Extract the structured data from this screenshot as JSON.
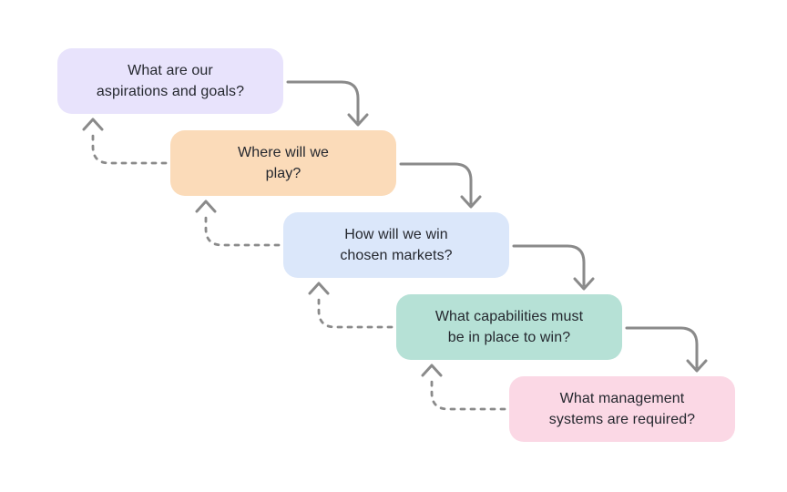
{
  "diagram": {
    "background_color": "#FFFFFF",
    "arrow_color": "#8A8A8A",
    "text_color": "#24272E",
    "nodes": [
      {
        "name": "aspirations-goals",
        "lines": [
          "What are our",
          "aspirations and goals?"
        ],
        "color": "#E8E3FC"
      },
      {
        "name": "where-to-play",
        "lines": [
          "Where will we",
          "play?"
        ],
        "color": "#FBDBB9"
      },
      {
        "name": "how-to-win",
        "lines": [
          "How will we win",
          "chosen markets?"
        ],
        "color": "#DBE7FA"
      },
      {
        "name": "capabilities",
        "lines": [
          "What capabilities must",
          "be in place to win?"
        ],
        "color": "#B6E1D6"
      },
      {
        "name": "management-systems",
        "lines": [
          "What management",
          "systems are required?"
        ],
        "color": "#FBD8E5"
      }
    ],
    "connections": {
      "forward_solid": [
        {
          "from": "aspirations-goals",
          "to": "where-to-play"
        },
        {
          "from": "where-to-play",
          "to": "how-to-win"
        },
        {
          "from": "how-to-win",
          "to": "capabilities"
        },
        {
          "from": "capabilities",
          "to": "management-systems"
        }
      ],
      "feedback_dashed": [
        {
          "from": "where-to-play",
          "to": "aspirations-goals"
        },
        {
          "from": "how-to-win",
          "to": "where-to-play"
        },
        {
          "from": "capabilities",
          "to": "how-to-win"
        },
        {
          "from": "management-systems",
          "to": "capabilities"
        }
      ]
    }
  }
}
